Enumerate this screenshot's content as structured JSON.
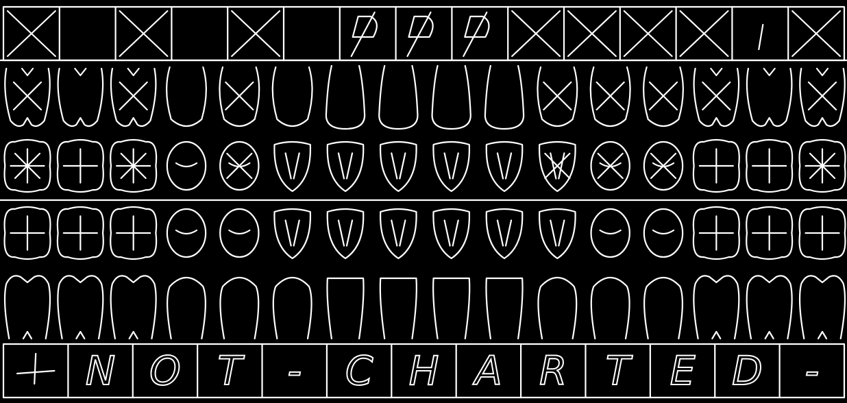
{
  "colors": {
    "background": "#000000",
    "stroke": "#ffffff"
  },
  "top_boxes": {
    "marks": [
      "X",
      "blank",
      "X",
      "blank",
      "X",
      "blank",
      "D",
      "D",
      "D",
      "X",
      "X",
      "X",
      "X",
      "I",
      "X"
    ]
  },
  "upper_buccal_teeth": {
    "types": [
      "molar",
      "molar",
      "molar",
      "premolar",
      "premolar",
      "canine",
      "incisor",
      "incisor",
      "incisor",
      "incisor",
      "canine",
      "premolar",
      "premolar",
      "molar",
      "molar",
      "molar"
    ],
    "marked": [
      true,
      false,
      true,
      false,
      true,
      false,
      false,
      false,
      false,
      false,
      true,
      true,
      true,
      true,
      false,
      true
    ]
  },
  "upper_occlusal_teeth": {
    "types": [
      "molar",
      "molar",
      "molar",
      "premolar",
      "premolar",
      "canine",
      "incisor",
      "incisor",
      "incisor",
      "incisor",
      "canine",
      "premolar",
      "premolar",
      "molar",
      "molar",
      "molar"
    ],
    "marked": [
      true,
      false,
      true,
      false,
      true,
      false,
      false,
      false,
      false,
      false,
      true,
      true,
      true,
      false,
      false,
      true
    ]
  },
  "lower_occlusal_teeth": {
    "types": [
      "molar",
      "molar",
      "molar",
      "premolar",
      "premolar",
      "canine",
      "incisor",
      "incisor",
      "incisor",
      "incisor",
      "canine",
      "premolar",
      "premolar",
      "molar",
      "molar",
      "molar"
    ]
  },
  "lower_buccal_teeth": {
    "types": [
      "molar",
      "molar",
      "molar",
      "premolar",
      "premolar",
      "canine",
      "incisor",
      "incisor",
      "incisor",
      "incisor",
      "canine",
      "premolar",
      "premolar",
      "molar",
      "molar",
      "molar"
    ]
  },
  "bottom_boxes": {
    "letters": [
      "",
      "N",
      "O",
      "T",
      "-",
      "C",
      "H",
      "A",
      "R",
      "T",
      "E",
      "D",
      "-"
    ],
    "note": "NOT CHARTED"
  }
}
